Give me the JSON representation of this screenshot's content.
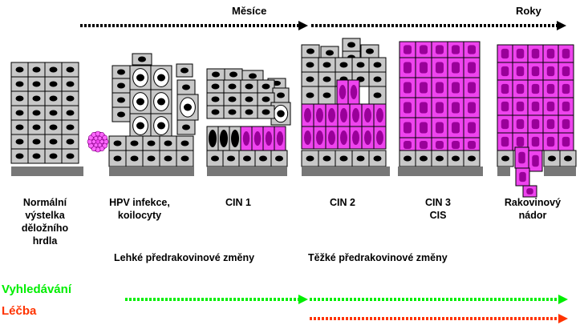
{
  "time_axis": {
    "left_word": "Měsíce",
    "right_word": "Roky"
  },
  "stages": [
    {
      "label": "Normální\nvýstelka\nděložního\nhrdla"
    },
    {
      "label": "HPV infekce,\nkoilocyty"
    },
    {
      "label": "CIN 1"
    },
    {
      "label": "CIN 2"
    },
    {
      "label": "CIN 3\nCIS"
    },
    {
      "label": "Rakovinový\nnádor"
    }
  ],
  "phases": {
    "light": "Lehké předrakovinové změny",
    "heavy": "Těžké předrakovinové změny"
  },
  "bottom": {
    "screening": {
      "label": "Vyhledávání",
      "color": "#00ee00"
    },
    "treatment": {
      "label": "Léčba",
      "color": "#ff3300"
    }
  },
  "colors": {
    "normal_cell": "#c8c8c8",
    "abnormal_cell": "#ee44ee",
    "basement": "#777777",
    "virus": "#ee44ee"
  }
}
